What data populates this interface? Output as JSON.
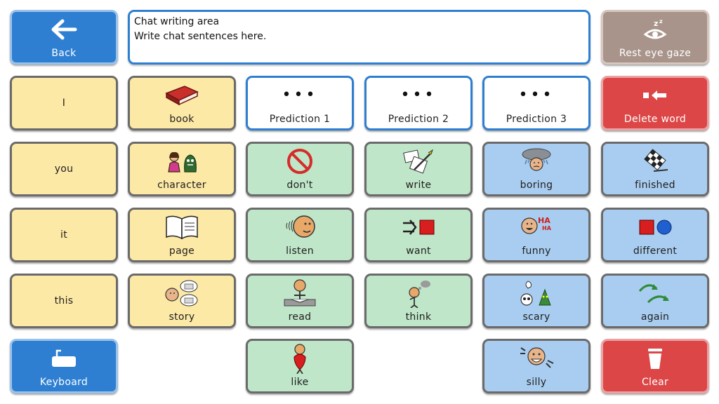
{
  "chat": {
    "line1": "Chat writing area",
    "line2": "Write chat sentences here."
  },
  "controls": {
    "back": "Back",
    "rest_eye_gaze": "Rest eye gaze",
    "delete_word": "Delete word",
    "keyboard": "Keyboard",
    "clear": "Clear"
  },
  "predictions": {
    "p1": {
      "dots": "•••",
      "label": "Prediction 1"
    },
    "p2": {
      "dots": "•••",
      "label": "Prediction 2"
    },
    "p3": {
      "dots": "•••",
      "label": "Prediction 3"
    }
  },
  "words": {
    "i": "I",
    "you": "you",
    "it": "it",
    "this": "this",
    "book": "book",
    "character": "character",
    "page": "page",
    "story": "story",
    "dont": "don't",
    "listen": "listen",
    "read": "read",
    "like": "like",
    "write": "write",
    "want": "want",
    "think": "think",
    "boring": "boring",
    "funny": "funny",
    "scary": "scary",
    "silly": "silly",
    "finished": "finished",
    "different": "different",
    "again": "again"
  },
  "colors": {
    "pronoun_noun": "#fde9a6",
    "verb": "#bfe6c8",
    "descriptor": "#a9cdf0",
    "action_blue": "#2e7fd2",
    "action_red": "#dc4646",
    "rest": "#a8948a",
    "prediction_border": "#2f7fd0"
  }
}
